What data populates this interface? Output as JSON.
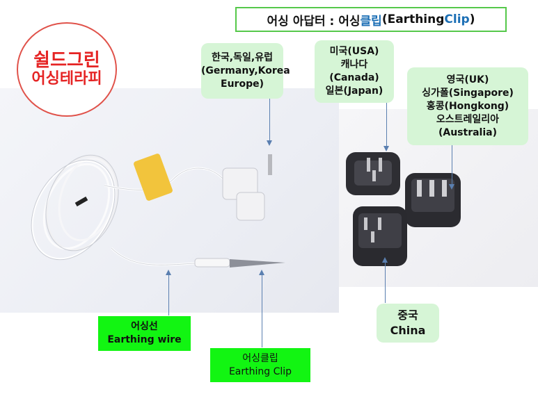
{
  "title": {
    "text_prefix": "어싱 아답터 : 어싱",
    "text_accent": "클립",
    "text_mid": "(Earthing ",
    "text_accent2": "Clip",
    "text_suffix": ")"
  },
  "brand": {
    "line1": "쉴드그린",
    "line2": "어싱테라피"
  },
  "labels": {
    "europe": [
      "한국,독일,유럽",
      "(Germany,Korea",
      "Europe)"
    ],
    "usa": [
      "미국(USA)",
      "캐나다",
      "(Canada)",
      "일본(Japan)"
    ],
    "uk": [
      "영국(UK)",
      "싱가폴(Singapore)",
      "홍콩(Hongkong)",
      "오스트레일리아",
      "(Australia)"
    ],
    "china": [
      "중국",
      "China"
    ],
    "wire": [
      "어싱선",
      "Earthing wire"
    ],
    "clip": [
      "어싱클립",
      "Earthing Clip"
    ]
  },
  "colors": {
    "brand_red": "#e52424",
    "accent_blue": "#1c6fb5",
    "label_green": "#12f512",
    "bubble_green": "#d6f5d6",
    "arrow": "#5a7fb0"
  }
}
